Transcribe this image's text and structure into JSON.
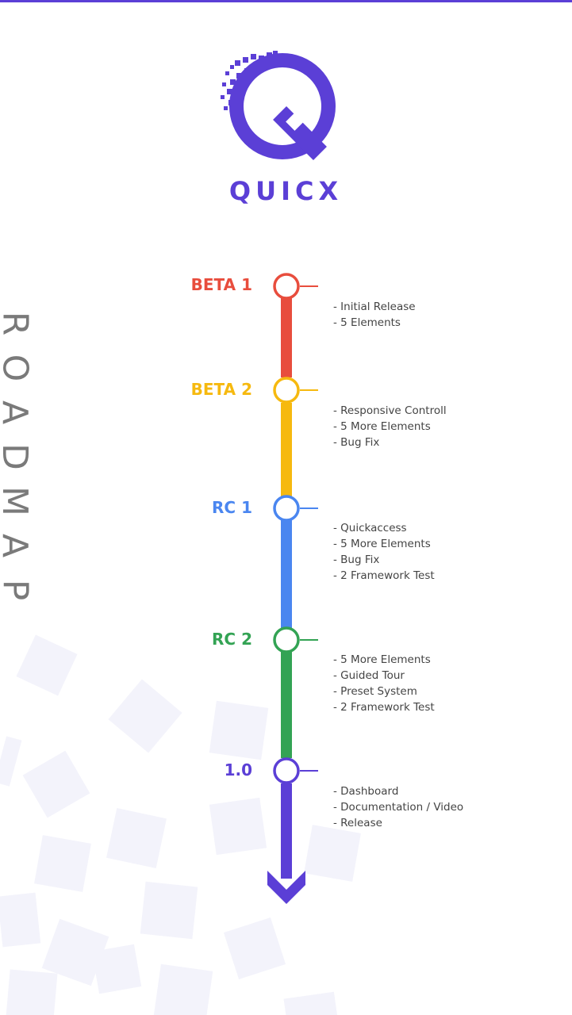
{
  "brand": {
    "name": "QUICX"
  },
  "side_title": [
    "R",
    "O",
    "A",
    "D",
    "M",
    "A",
    "P"
  ],
  "colors": {
    "accent": "#5b3fd6",
    "beta1": "#e84d3d",
    "beta2": "#f6b90f",
    "rc1": "#4a86f0",
    "rc2": "#33a354",
    "final": "#5b3fd6",
    "text": "#444444",
    "side_title": "#7a7a7a"
  },
  "stages": [
    {
      "label": "BETA 1",
      "items": [
        "- Initial Release",
        "- 5 Elements"
      ]
    },
    {
      "label": "BETA 2",
      "items": [
        "- Responsive Controll",
        "- 5 More Elements",
        "- Bug Fix"
      ]
    },
    {
      "label": "RC 1",
      "items": [
        "- Quickaccess",
        "- 5 More Elements",
        "- Bug Fix",
        "- 2 Framework Test"
      ]
    },
    {
      "label": "RC 2",
      "items": [
        "- 5 More Elements",
        "- Guided Tour",
        "- Preset System",
        "- 2 Framework Test"
      ]
    },
    {
      "label": "1.0",
      "items": [
        "- Dashboard",
        "- Documentation / Video",
        "- Release"
      ]
    }
  ]
}
